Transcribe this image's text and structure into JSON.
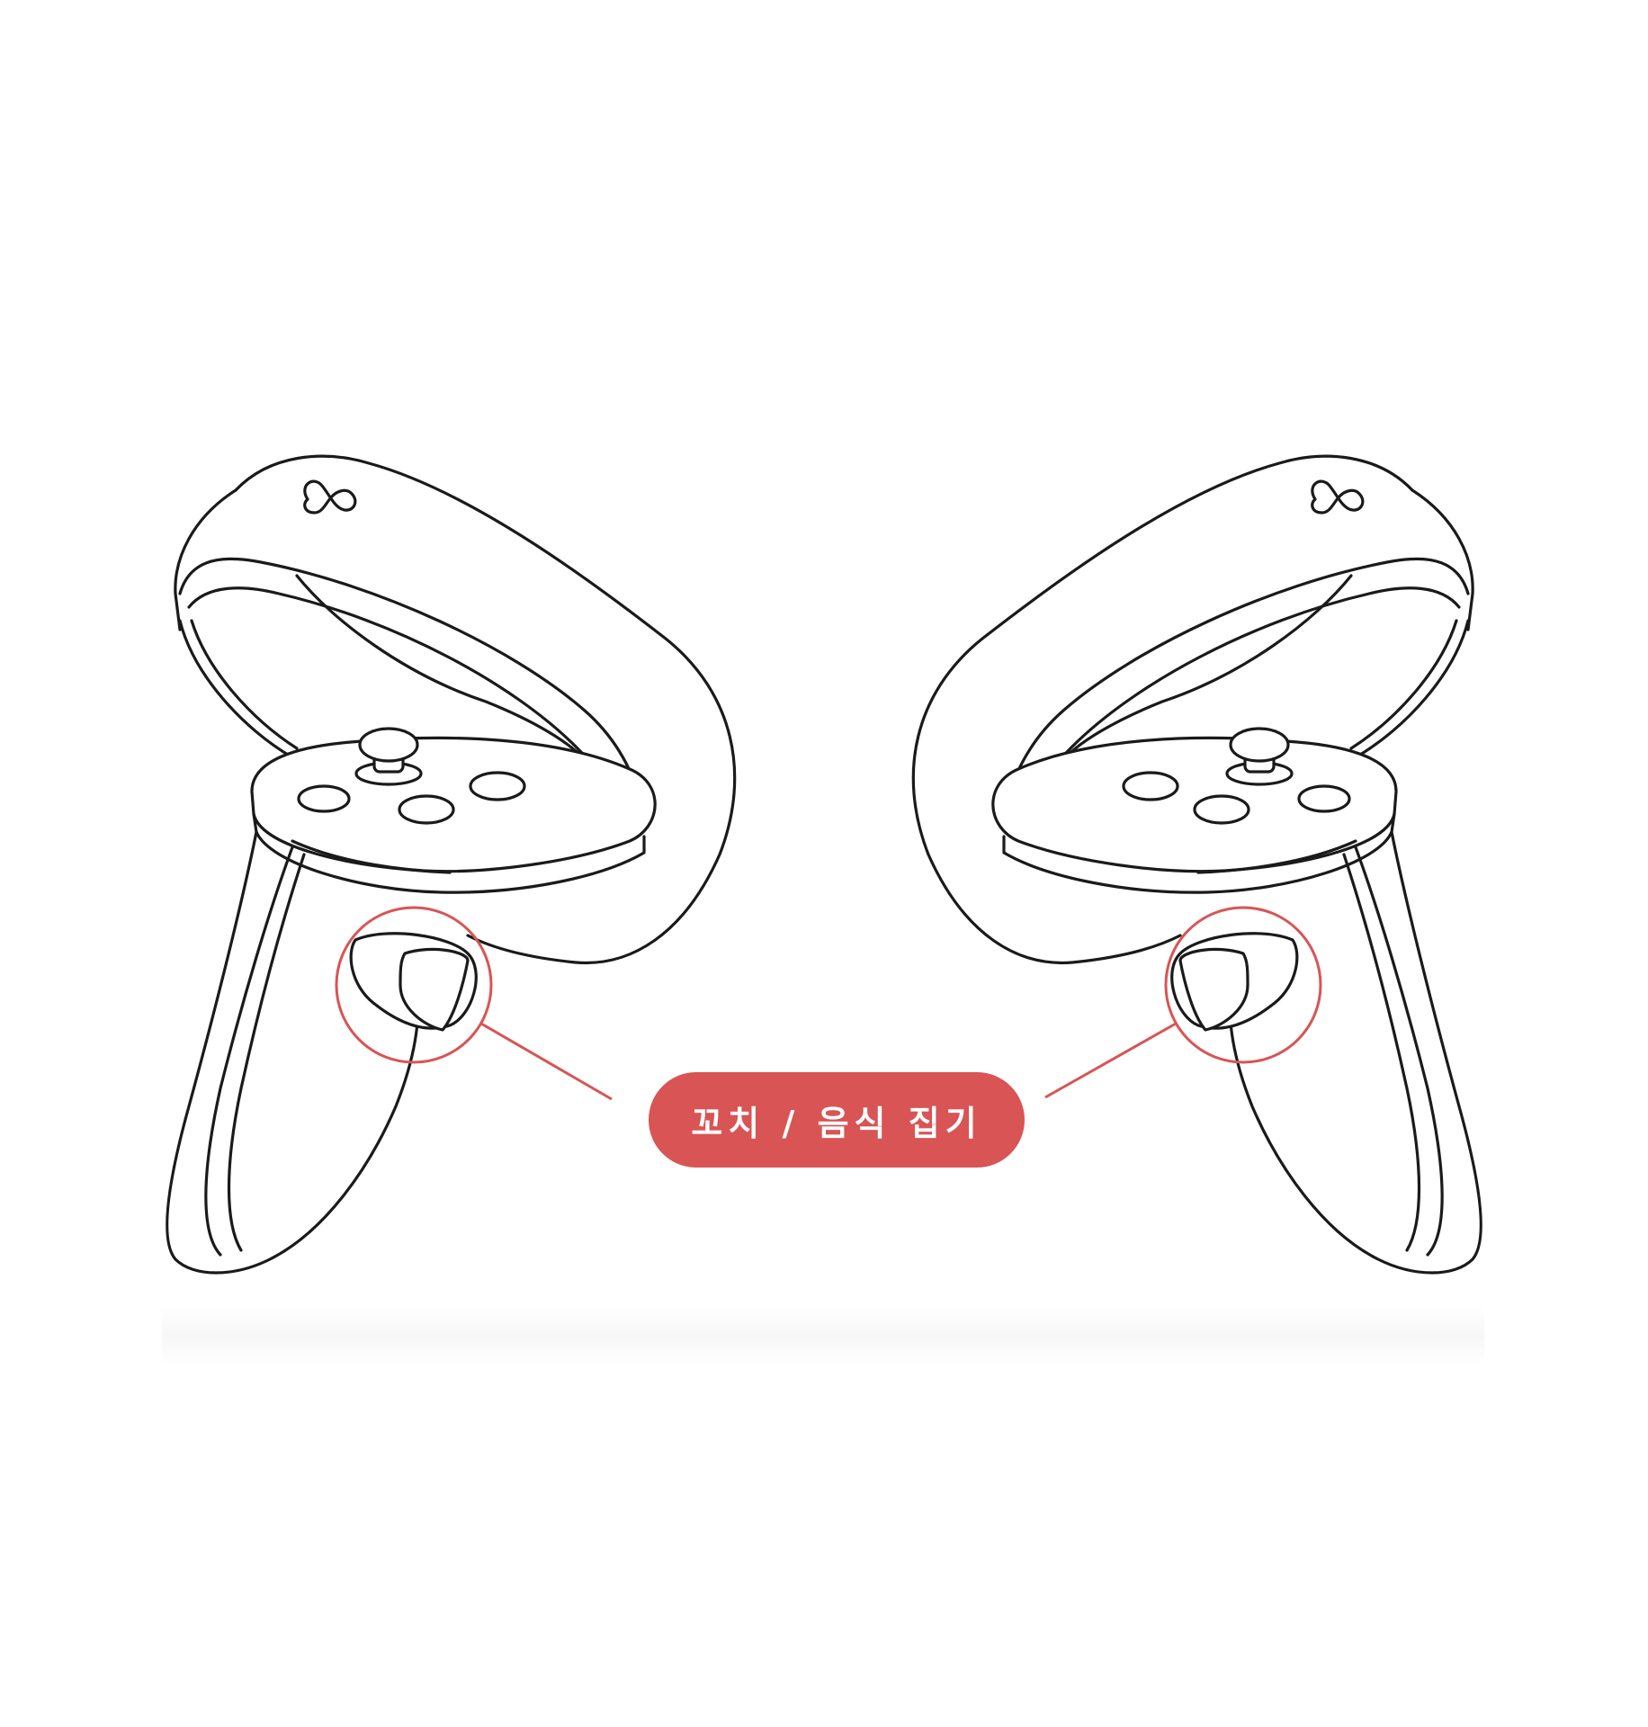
{
  "label": {
    "text": "꼬치 / 음식 집기"
  },
  "colors": {
    "accent": "#d95454",
    "outline": "#1a1a1a",
    "background": "#ffffff"
  },
  "controllers": [
    {
      "side": "left",
      "icon": "meta-logo-icon"
    },
    {
      "side": "right",
      "icon": "meta-logo-icon"
    }
  ]
}
